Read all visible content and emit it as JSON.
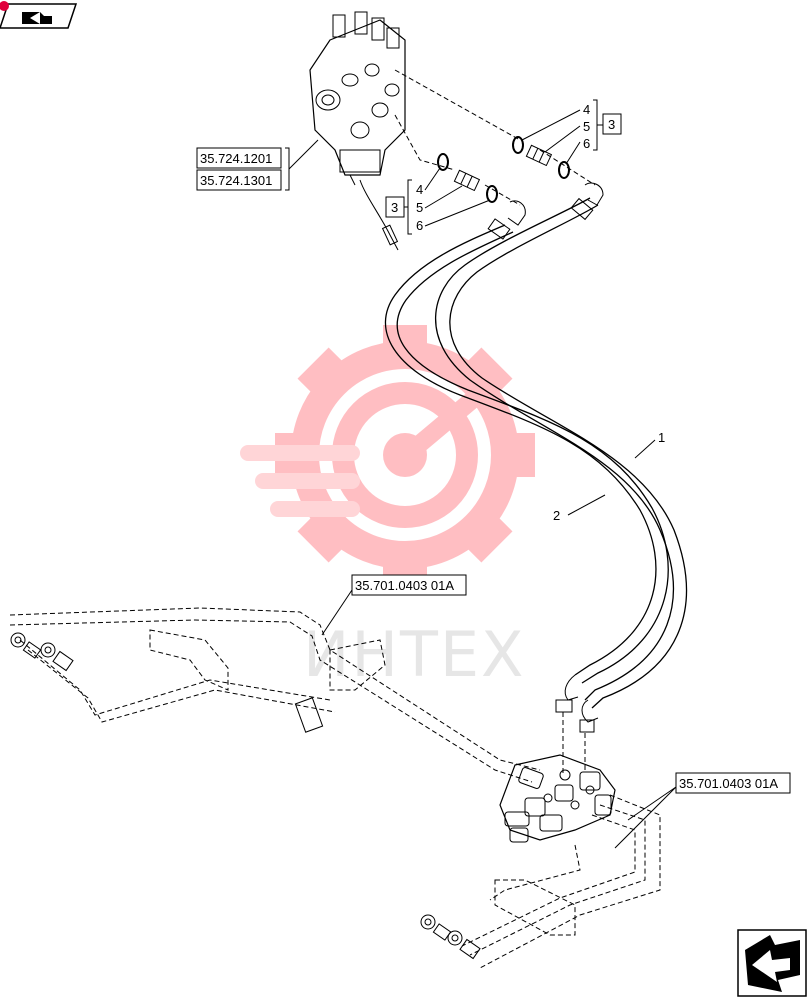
{
  "watermark": {
    "text": "ИНТЕХ",
    "color": "#ff9aa0"
  },
  "refs": {
    "valve_a": "35.724.1201",
    "valve_b": "35.724.1301",
    "frame_top": "35.701.0403 01A",
    "frame_bottom": "35.701.0403 01A"
  },
  "callouts": {
    "upper_group": {
      "items": [
        "4",
        "5",
        "6"
      ],
      "box": "3"
    },
    "lower_group": {
      "items": [
        "4",
        "5",
        "6"
      ],
      "box": "3"
    },
    "hose_1": "1",
    "hose_2": "2"
  },
  "icons": {
    "corner_badge": "folder-arrow-icon",
    "nav": "next-page-arrow-icon"
  }
}
